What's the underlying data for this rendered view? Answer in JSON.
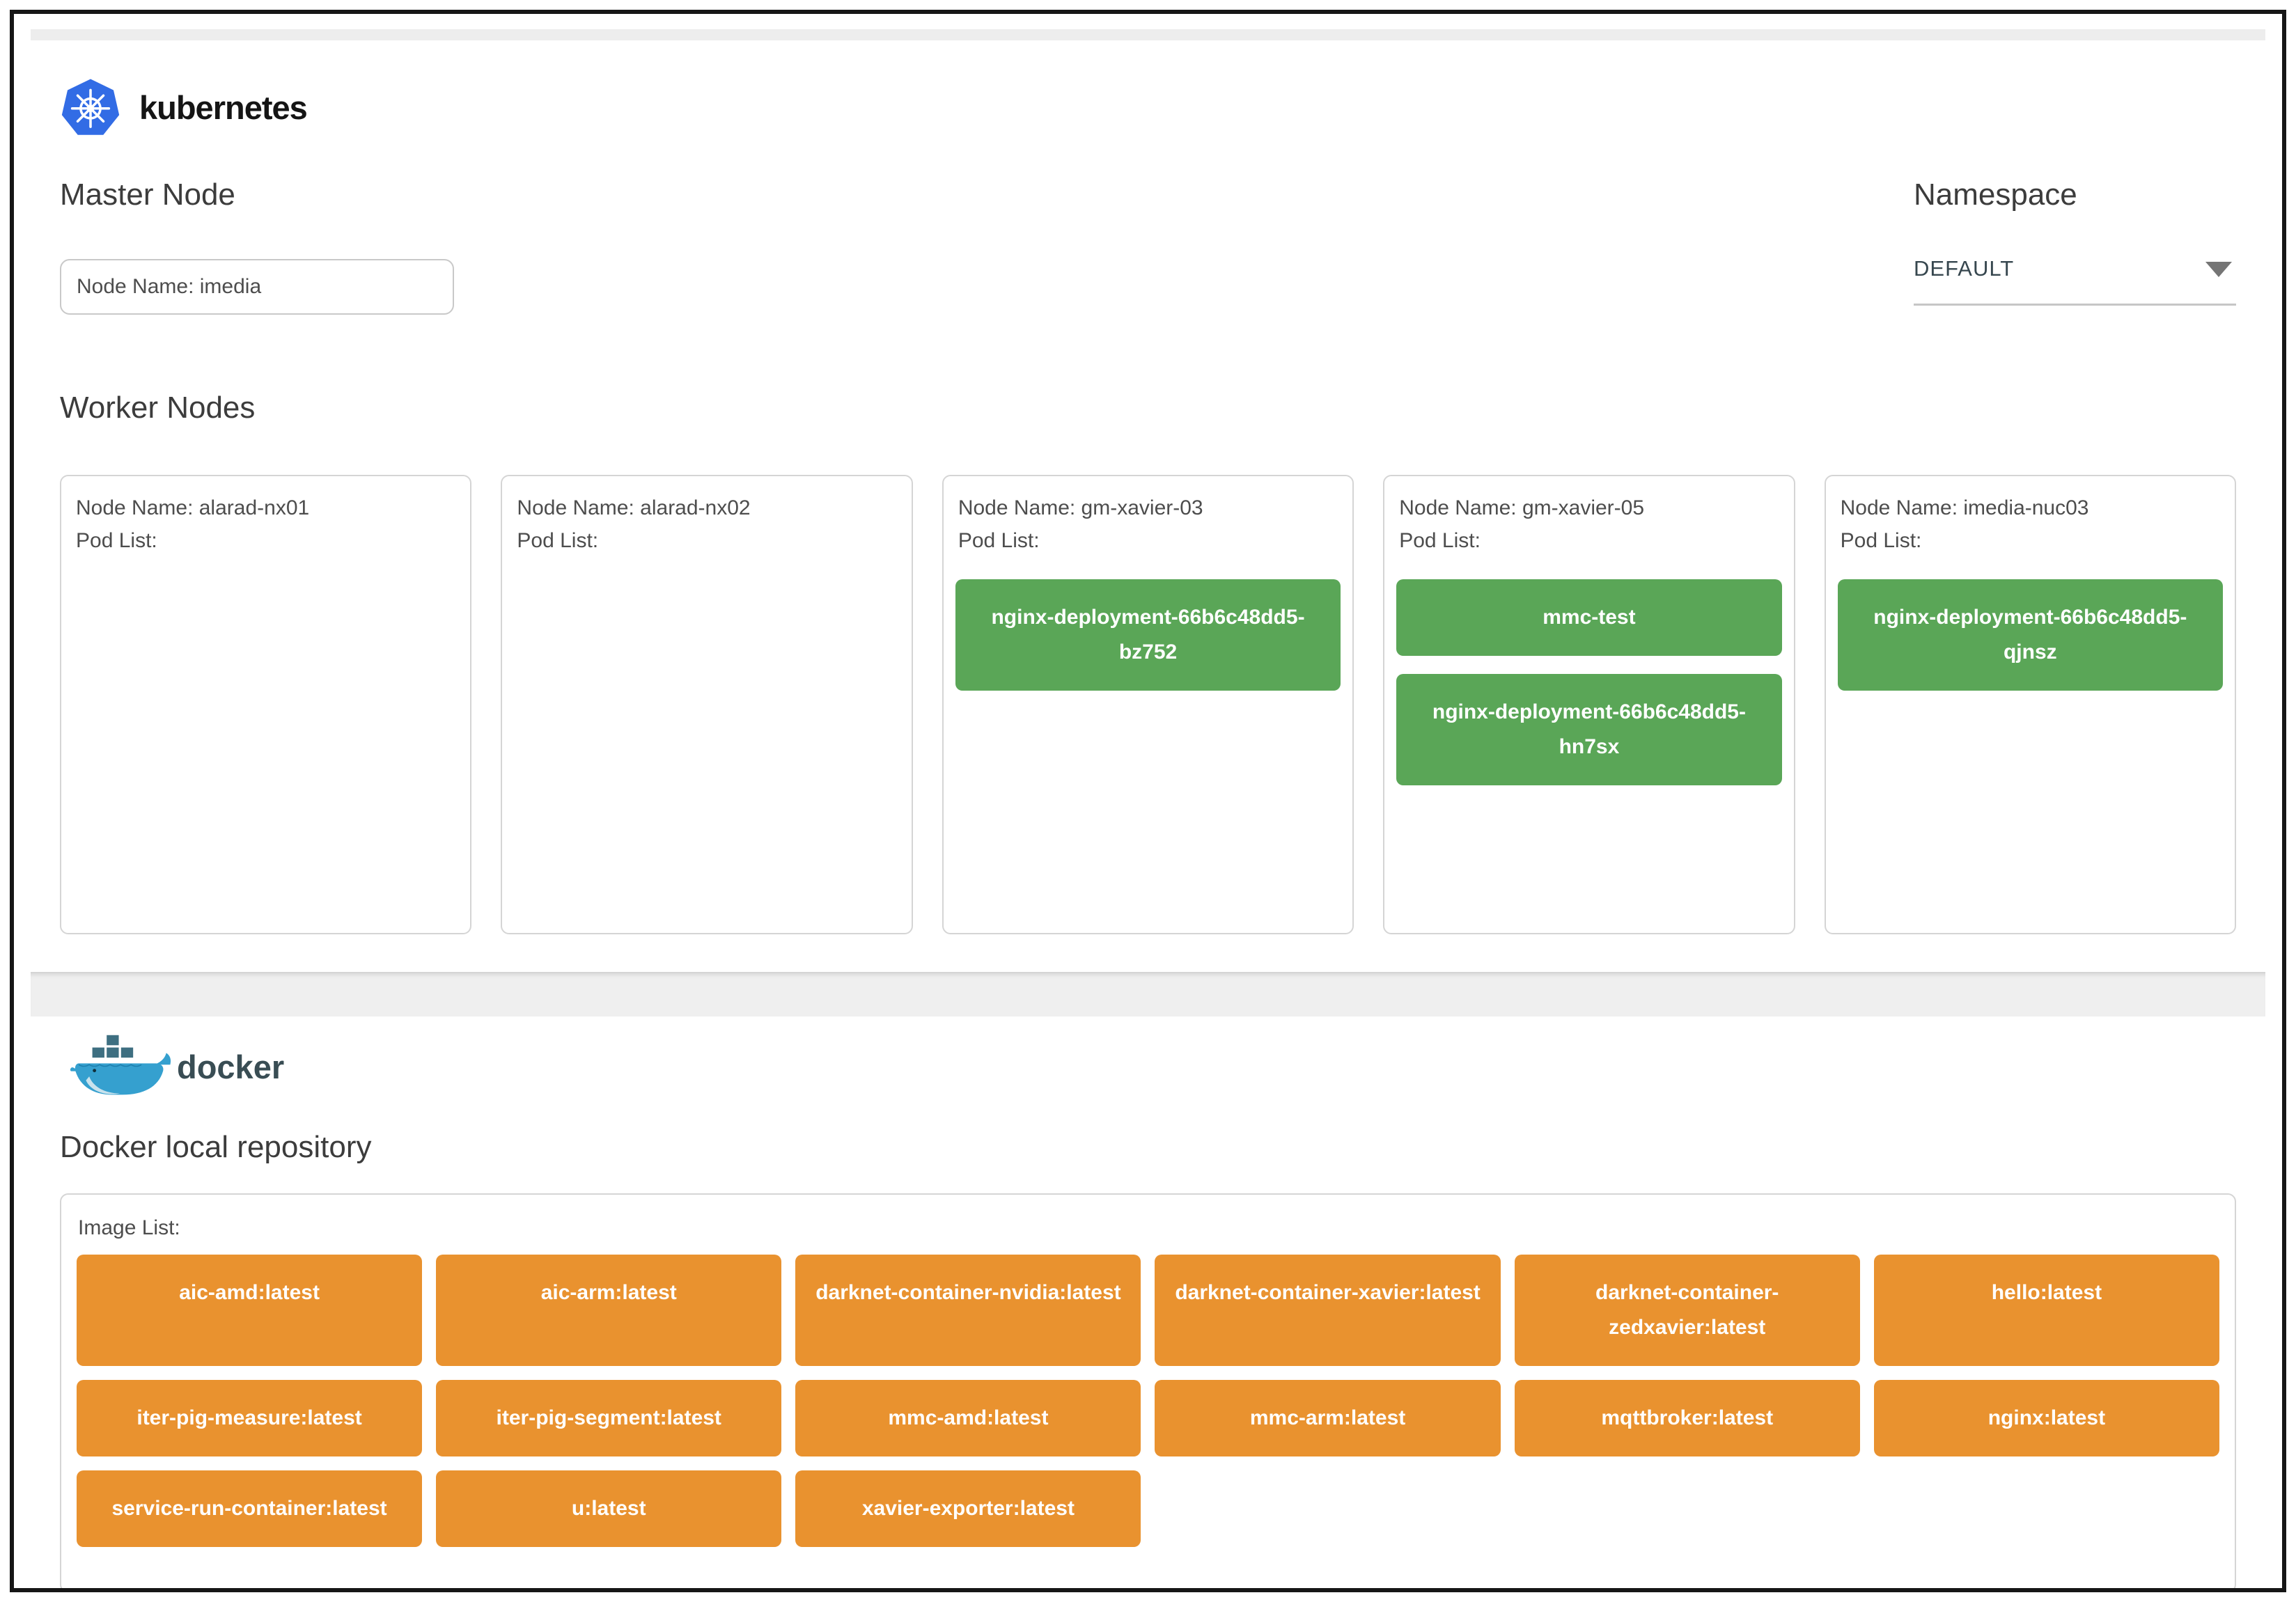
{
  "kubernetes": {
    "brand": "kubernetes",
    "master_section_title": "Master Node",
    "master_node": {
      "label": "Node Name: imedia"
    },
    "namespace": {
      "title": "Namespace",
      "selected": "DEFAULT"
    },
    "workers_section_title": "Worker Nodes",
    "worker_nodes": [
      {
        "name": "Node Name: alarad-nx01",
        "pod_list_label": "Pod List:",
        "pods": []
      },
      {
        "name": "Node Name: alarad-nx02",
        "pod_list_label": "Pod List:",
        "pods": []
      },
      {
        "name": "Node Name: gm-xavier-03",
        "pod_list_label": "Pod List:",
        "pods": [
          "nginx-deployment-66b6c48dd5-bz752"
        ]
      },
      {
        "name": "Node Name: gm-xavier-05",
        "pod_list_label": "Pod List:",
        "pods": [
          "mmc-test",
          "nginx-deployment-66b6c48dd5-hn7sx"
        ]
      },
      {
        "name": "Node Name: imedia-nuc03",
        "pod_list_label": "Pod List:",
        "pods": [
          "nginx-deployment-66b6c48dd5-qjnsz"
        ]
      }
    ]
  },
  "docker": {
    "brand": "docker",
    "section_title": "Docker local repository",
    "image_list_label": "Image List:",
    "images": [
      "aic-amd:latest",
      "aic-arm:latest",
      "darknet-container-nvidia:latest",
      "darknet-container-xavier:latest",
      "darknet-container-zedxavier:latest",
      "hello:latest",
      "iter-pig-measure:latest",
      "iter-pig-segment:latest",
      "mmc-amd:latest",
      "mmc-arm:latest",
      "mqttbroker:latest",
      "nginx:latest",
      "service-run-container:latest",
      "u:latest",
      "xavier-exporter:latest"
    ]
  },
  "colors": {
    "pod_green": "#5aa657",
    "image_orange": "#e9922f",
    "kubernetes_blue": "#326ce5",
    "docker_dark": "#394d54"
  }
}
